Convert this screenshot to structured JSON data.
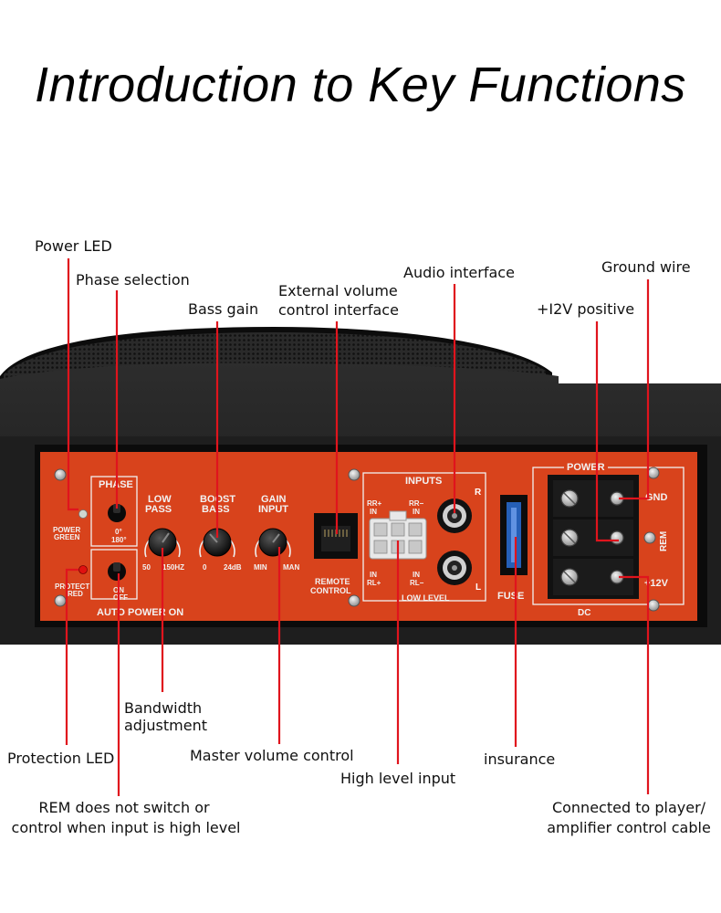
{
  "page": {
    "title": "Introduction to Key Functions"
  },
  "callouts": {
    "power_led": "Power LED",
    "phase_selection": "Phase selection",
    "bass_gain": "Bass gain",
    "external_volume_line1": "External volume",
    "external_volume_line2": "control interface",
    "audio_interface": "Audio interface",
    "ground_wire": "Ground wire",
    "positive_12v": "+I2V positive",
    "bandwidth_line1": "Bandwidth",
    "bandwidth_line2": "adjustment",
    "protection_led": "Protection LED",
    "master_volume": "Master volume control",
    "high_level_input": "High level input",
    "insurance": "insurance",
    "rem_line1": "REM does not switch or",
    "rem_line2": "control when input is high level",
    "connected_line1": "Connected to player/",
    "connected_line2": "amplifier control cable"
  },
  "panel": {
    "phase": "PHASE",
    "phase_0": "0°",
    "phase_180": "180°",
    "power_green_1": "POWER",
    "power_green_2": "GREEN",
    "protect_red_1": "PROTECT",
    "protect_red_2": "RED",
    "on": "ON",
    "off": "OFF",
    "auto_power_on": "AUTO POWER ON",
    "low_pass_1": "LOW",
    "low_pass_2": "PASS",
    "low_pass_min": "50",
    "low_pass_max": "150HZ",
    "boost_bass_1": "BOOST",
    "boost_bass_2": "BASS",
    "boost_min": "0",
    "boost_max": "24dB",
    "gain_input_1": "GAIN",
    "gain_input_2": "INPUT",
    "gain_min": "MIN",
    "gain_max": "MAN",
    "remote_control_1": "REMOTE",
    "remote_control_2": "CONTROL",
    "inputs": "INPUTS",
    "rr_plus_in_1": "RR+",
    "rr_plus_in_2": "IN",
    "rr_minus_in_1": "RR−",
    "rr_minus_in_2": "IN",
    "in_rl_plus_1": "IN",
    "in_rl_plus_2": "RL+",
    "in_rl_minus_1": "IN",
    "in_rl_minus_2": "RL−",
    "low_level": "LOW LEVEL",
    "ch_r": "R",
    "ch_l": "L",
    "fuse": "FUSE",
    "power": "POWER",
    "gnd": "GND",
    "rem": "REM",
    "plus_12v": "+12V",
    "dc": "DC"
  },
  "colors": {
    "panel": "#d8431c",
    "callout_line": "#e0141d",
    "chassis": "#1a1a1a"
  }
}
